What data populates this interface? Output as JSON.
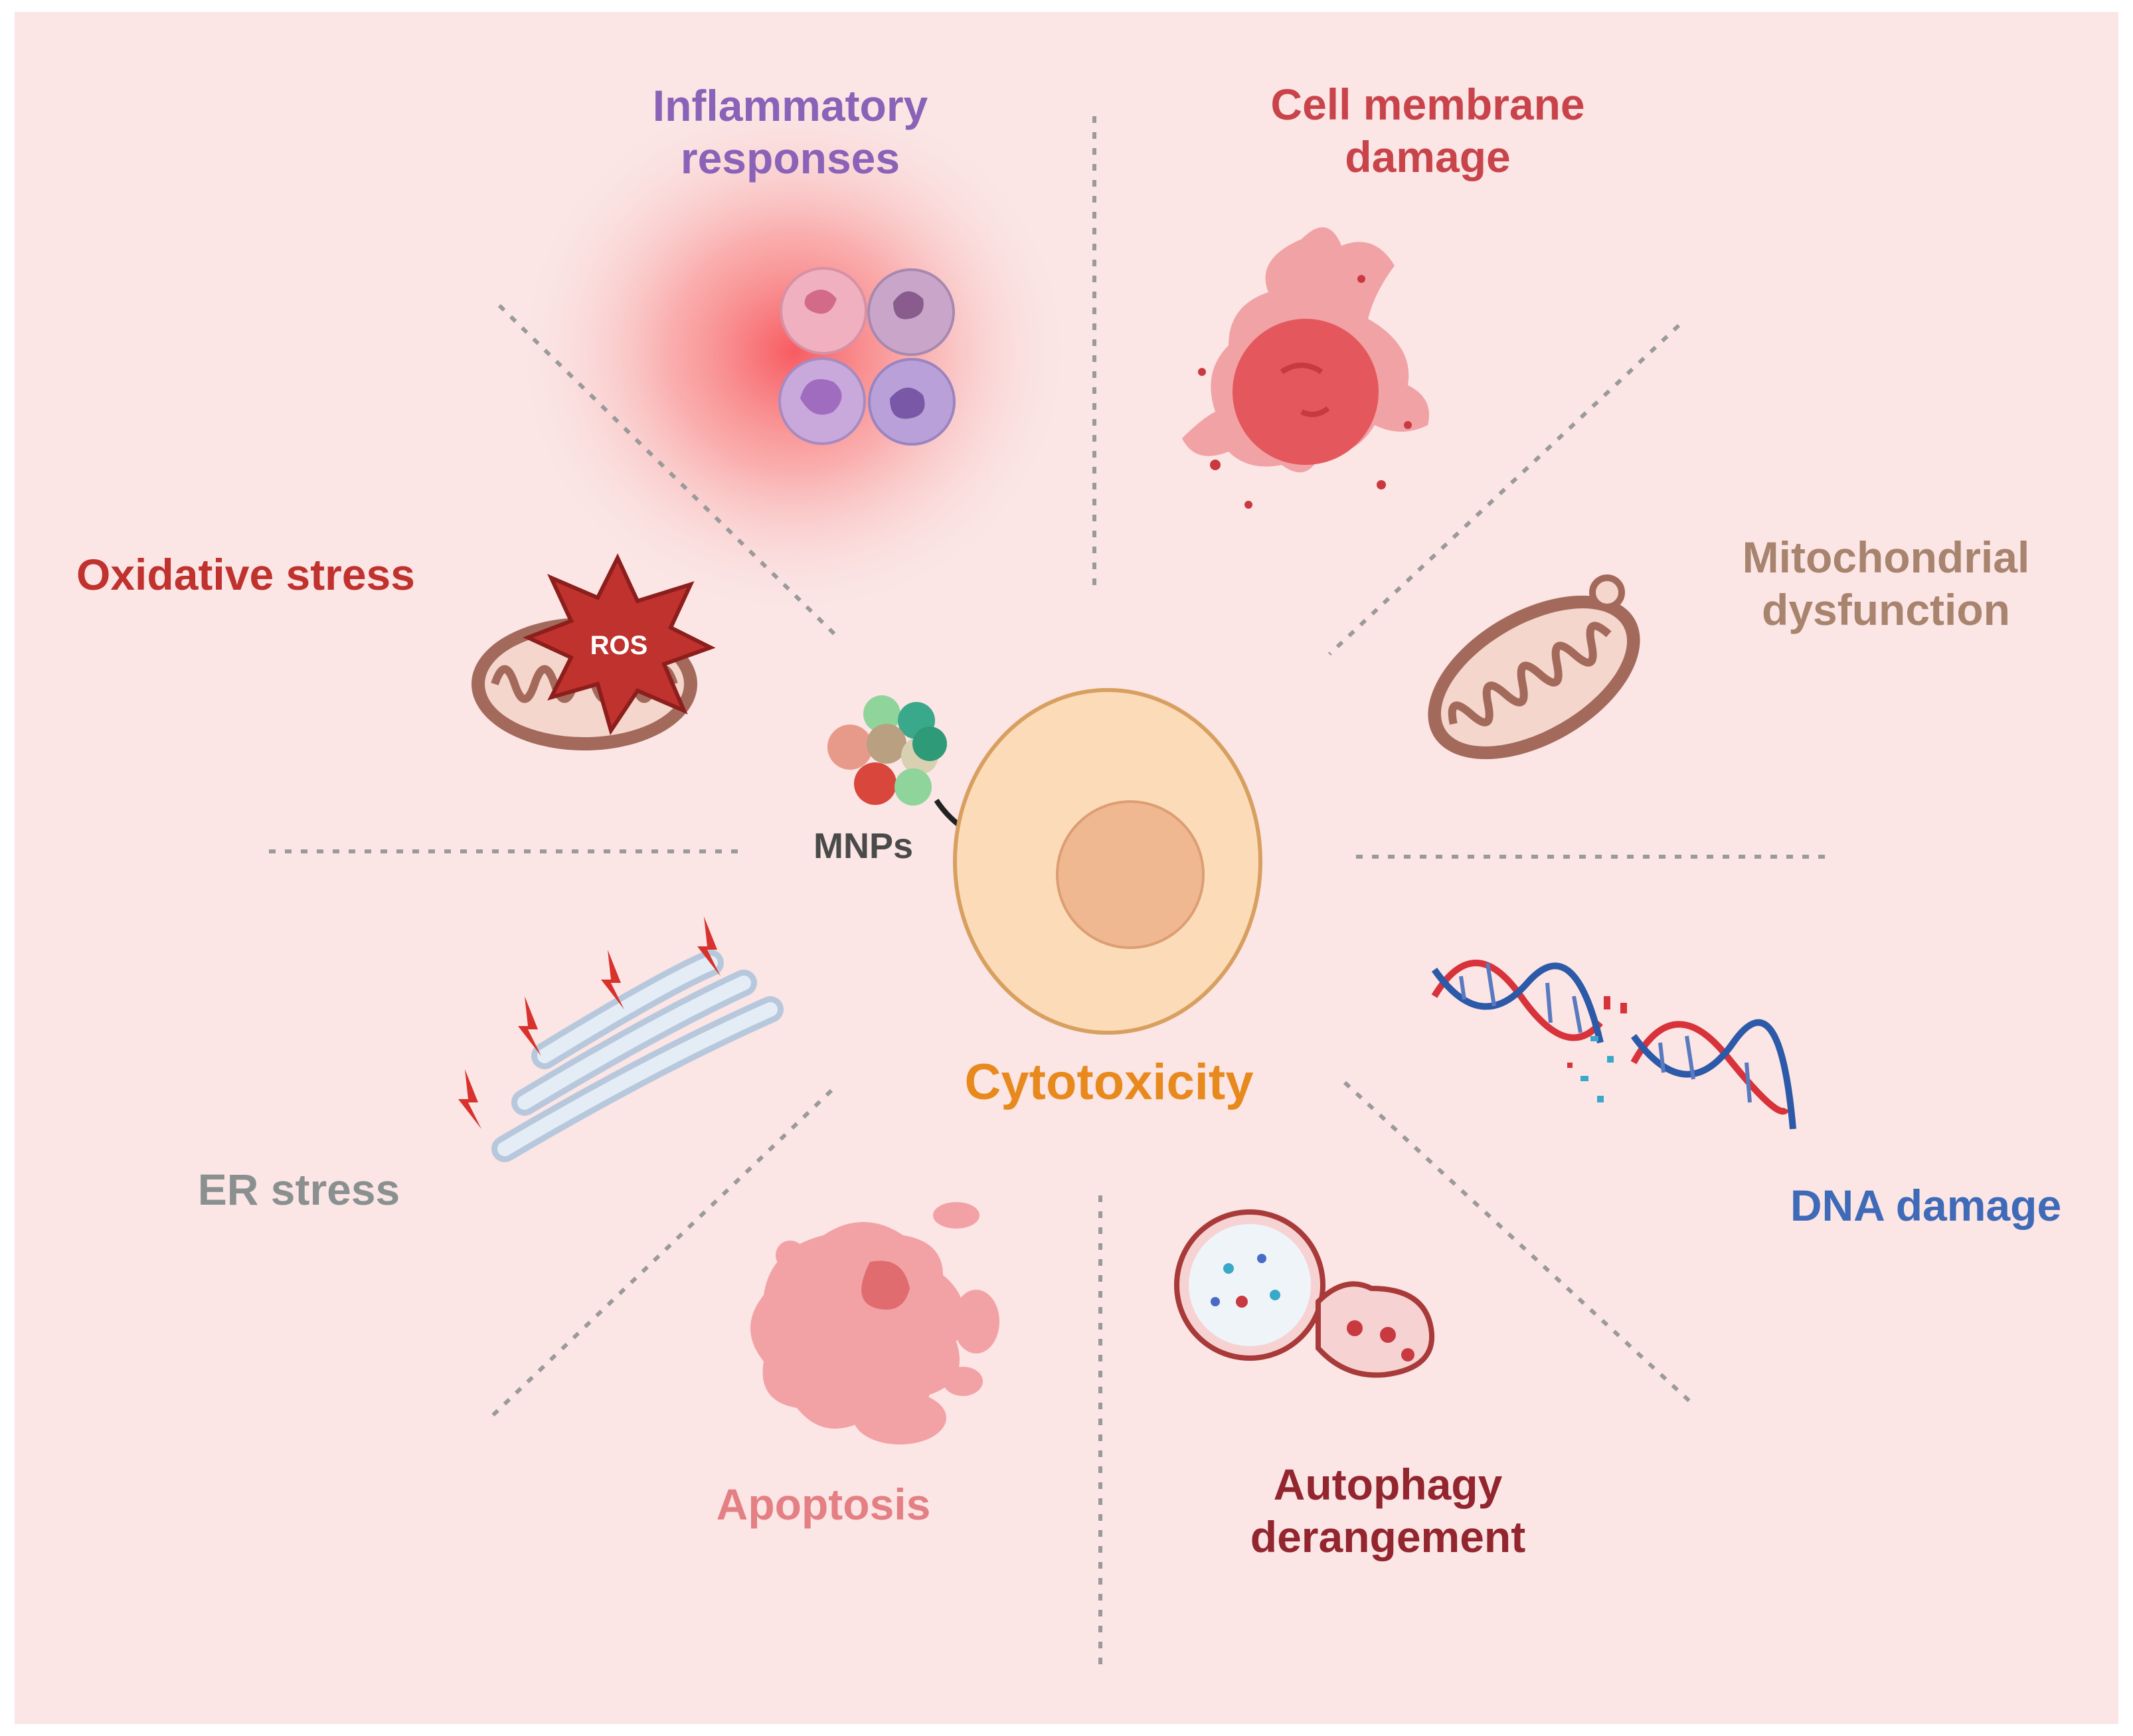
{
  "center": {
    "label": "Cytotoxicity",
    "color": "#e8891e"
  },
  "particles": {
    "label": "MNPs",
    "color": "#4a4a4a"
  },
  "effects": {
    "inflammatory": {
      "label": "Inflammatory\nresponses",
      "color": "#8a62b8"
    },
    "membrane": {
      "label": "Cell membrane\ndamage",
      "color": "#c8444a"
    },
    "mitochondrial": {
      "label": "Mitochondrial\ndysfunction",
      "color": "#a8846e"
    },
    "oxidative": {
      "label": "Oxidative stress",
      "color": "#c0322e",
      "ros_label": "ROS"
    },
    "er": {
      "label": "ER stress",
      "color": "#8a9090"
    },
    "dna": {
      "label": "DNA damage",
      "color": "#3f6ab8"
    },
    "apoptosis": {
      "label": "Apoptosis",
      "color": "#e47f84"
    },
    "autophagy": {
      "label": "Autophagy\nderangement",
      "color": "#92252e"
    }
  }
}
